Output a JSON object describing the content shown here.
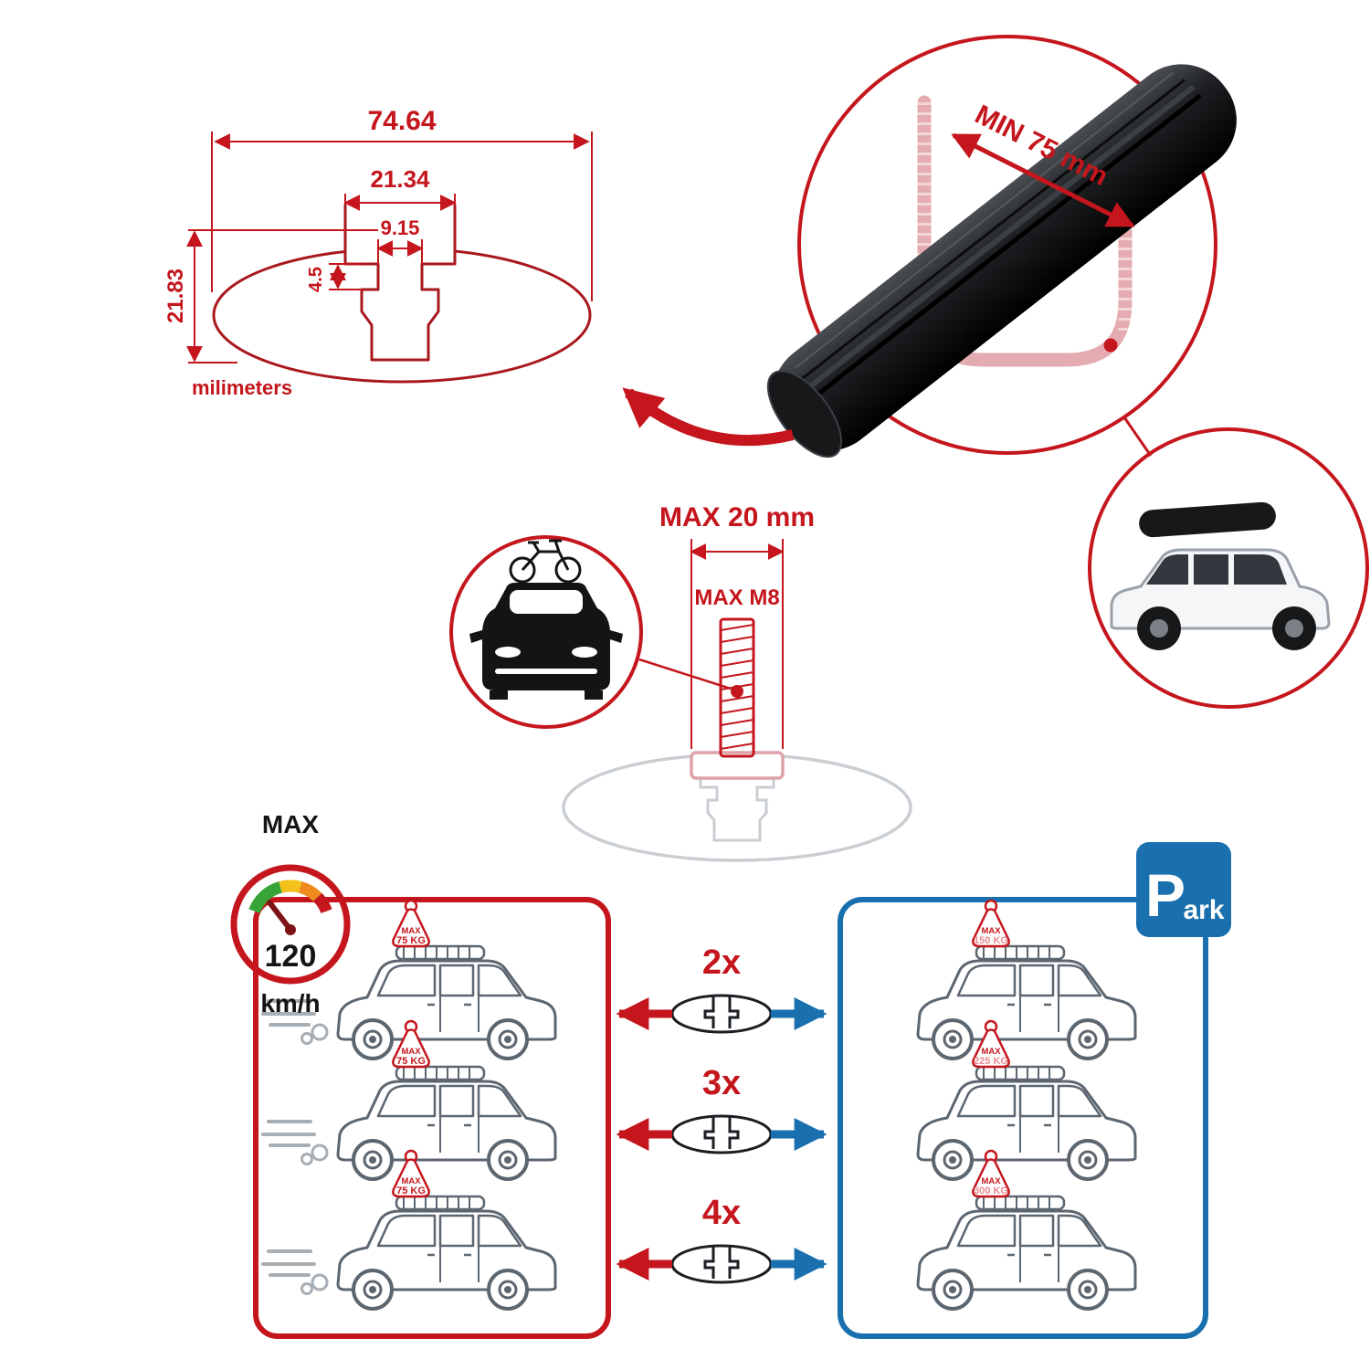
{
  "colors": {
    "accent_red": "#C4161C",
    "accent_blue": "#1A6FAE",
    "faded_pink": "#E4ACB1",
    "bar_black": "#141414"
  },
  "profile_dimensions": {
    "total_width": "74.64",
    "channel_width": "21.34",
    "slot_width": "9.15",
    "slot_depth": "4.5",
    "total_height": "21.83",
    "units": "milimeters"
  },
  "clamp": {
    "min_span": "MIN 75 mm"
  },
  "fitting_bolt": {
    "max_width": "MAX 20 mm",
    "max_thread": "MAX M8"
  },
  "speed_limit": {
    "label": "MAX",
    "value": "120",
    "unit": "km/h"
  },
  "park_sign": {
    "letter": "P",
    "suffix": "ark"
  },
  "bar_multipliers": [
    {
      "label": "2x"
    },
    {
      "label": "3x"
    },
    {
      "label": "4x"
    }
  ],
  "driving_cars": [
    {
      "tag_label": "MAX",
      "tag_value": "75 KG"
    },
    {
      "tag_label": "MAX",
      "tag_value": "75 KG"
    },
    {
      "tag_label": "MAX",
      "tag_value": "75 KG"
    }
  ],
  "parked_cars": [
    {
      "tag_label": "MAX",
      "tag_value": "150 KG"
    },
    {
      "tag_label": "MAX",
      "tag_value": "225 KG"
    },
    {
      "tag_label": "MAX",
      "tag_value": "300 KG"
    }
  ]
}
